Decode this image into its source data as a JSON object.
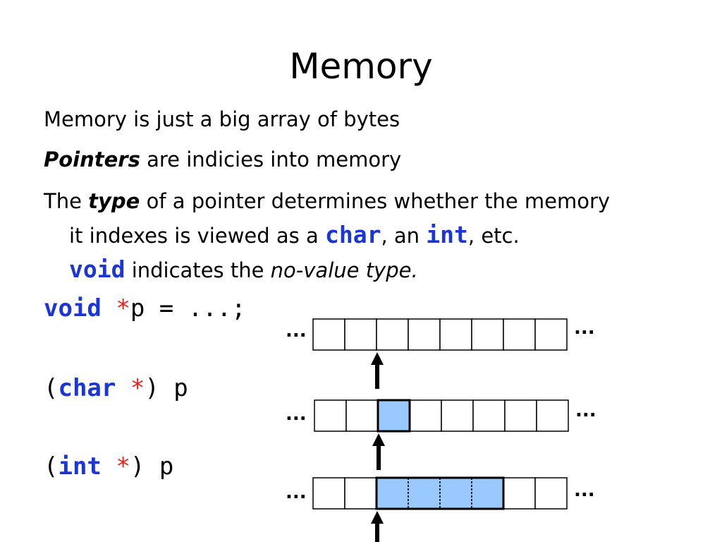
{
  "title": "Memory",
  "bullets": {
    "b1": "Memory is just a big array of bytes",
    "b2_em": "Pointers",
    "b2_rest": " are indicies into memory",
    "b3_pre": "The ",
    "b3_em": "type",
    "b3_post": " of a pointer determines whether the memory",
    "b3_l2_pre": "it indexes is viewed as a ",
    "b3_l2_char": "char",
    "b3_l2_mid": ", an ",
    "b3_l2_int": "int",
    "b3_l2_post": ", etc.",
    "b3_l3_void": "void",
    "b3_l3_mid": " indicates the ",
    "b3_l3_em": "no-value type."
  },
  "code": {
    "line1_kw": "void",
    "line1_star": "*",
    "line1_rest": "p = ...;",
    "line2_open": "(",
    "line2_kw": "char",
    "line2_star": "*",
    "line2_rest": ") p",
    "line3_open": "(",
    "line3_kw": "int",
    "line3_star": "*",
    "line3_rest": ") p"
  },
  "ellipsis": "...",
  "memory_rows": [
    {
      "cells": 8,
      "highlight_start": 0,
      "highlight_count": 0,
      "pointer_cell": 2
    },
    {
      "cells": 8,
      "highlight_start": 2,
      "highlight_count": 1,
      "pointer_cell": 2
    },
    {
      "cells": 8,
      "highlight_start": 2,
      "highlight_count": 4,
      "pointer_cell": 2
    }
  ],
  "colors": {
    "keyword": "#1a35d8",
    "star": "#e8211b",
    "highlight": "#99c9ff"
  }
}
